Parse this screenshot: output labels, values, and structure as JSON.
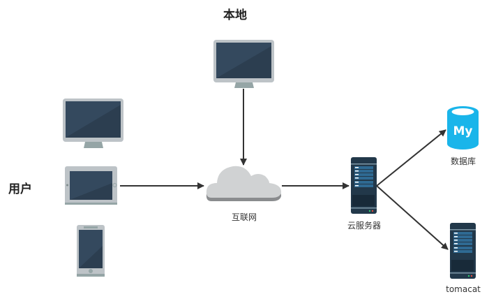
{
  "groups": {
    "local": "本地",
    "users": "用户"
  },
  "nodes": {
    "internet": "互联网",
    "cloud_server": "云服务器",
    "database": "数据库",
    "database_badge": "My",
    "tomcat": "tomacat"
  },
  "colors": {
    "screen": "#34495e",
    "screen_shade": "#2c3e50",
    "bezel": "#bdc3c7",
    "stand": "#95a5a6",
    "cloud": "#d0d2d3",
    "cloud_shadow": "#8a8c8e",
    "server_body": "#22384a",
    "server_panel": "#2f6a93",
    "db_blue": "#1ab5ea",
    "arrow": "#333333"
  },
  "edges": [
    {
      "from": "local-monitor",
      "to": "internet"
    },
    {
      "from": "user-tablet",
      "to": "internet"
    },
    {
      "from": "internet",
      "to": "cloud-server"
    },
    {
      "from": "cloud-server",
      "to": "database"
    },
    {
      "from": "cloud-server",
      "to": "tomcat"
    }
  ]
}
